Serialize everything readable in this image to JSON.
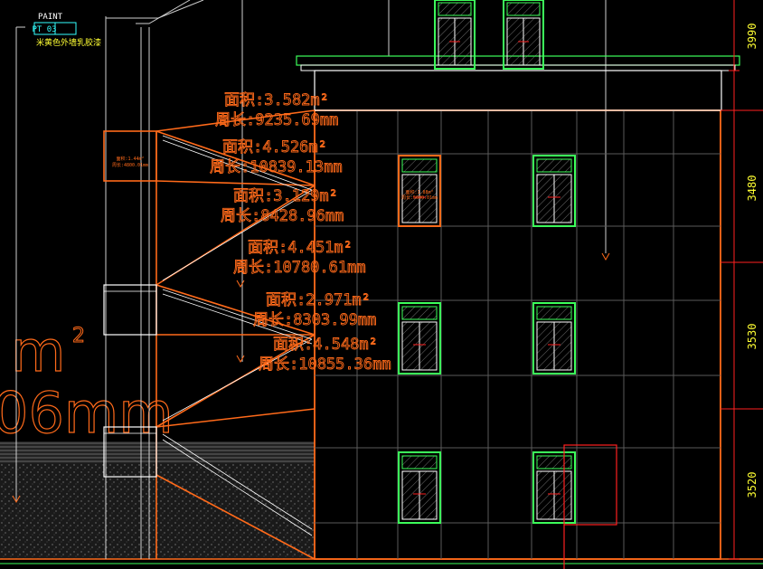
{
  "paint_label": {
    "title": "PAINT",
    "code": "PT 03",
    "desc": "米黄色外墙乳胶漆"
  },
  "measurements": [
    {
      "area": "面积:3.582m²",
      "perimeter": "周长:9235.69mm"
    },
    {
      "area": "面积:4.526m²",
      "perimeter": "周长:10839.13mm"
    },
    {
      "area": "面积:3.129m²",
      "perimeter": "周长:8428.96mm"
    },
    {
      "area": "面积:4.451m²",
      "perimeter": "周长:10780.61mm"
    },
    {
      "area": "面积:2.971m²",
      "perimeter": "周长:8303.99mm"
    },
    {
      "area": "面积:4.548m²",
      "perimeter": "周长:10855.36mm"
    }
  ],
  "small_labels": {
    "landing_area": "面积:1.44m²",
    "landing_perimeter": "周长:4800.01mm",
    "window_area": "面积:1.88m²",
    "window_perimeter": "周长:5600.01mm"
  },
  "background_text": {
    "partial_unit": "m",
    "superscript": "2",
    "partial_perimeter": "06mm"
  },
  "dimensions": [
    "3990",
    "3480",
    "3530",
    "3520"
  ],
  "colors": {
    "background": "#000000",
    "building_lines": "#ff6a1a",
    "grid_lines": "#5a5a5a",
    "window_frame": "#3cff5a",
    "window_glass": "#ffffff",
    "dimension_text": "#ffff33",
    "label_box": "#33ffff",
    "label_text": "#ffff33",
    "highlight": "#ff2020"
  }
}
